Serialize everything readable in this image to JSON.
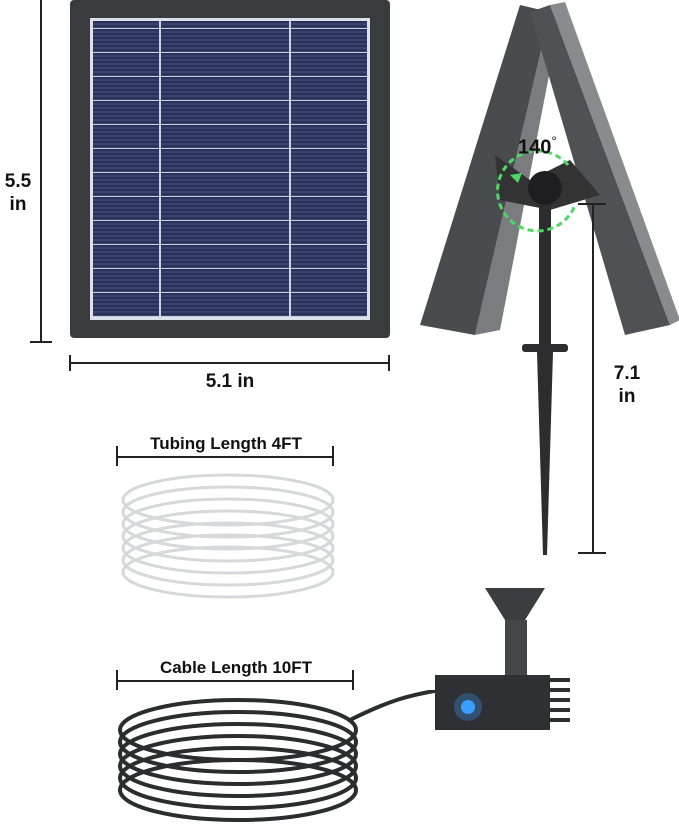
{
  "panel": {
    "height_label": "5.5 in",
    "height_value": "5.5",
    "height_unit": "in",
    "width_label": "5.1 in"
  },
  "stand": {
    "angle_label": "140",
    "angle_unit": "°",
    "height_value": "7.1",
    "height_unit": "in"
  },
  "tubing": {
    "label": "Tubing Length 4FT"
  },
  "cable": {
    "label": "Cable Length 10FT"
  },
  "colors": {
    "panel_frame": "#3a3b3d",
    "cell": "#2d3560",
    "angle_arrow": "#4cd964",
    "led": "#3aa0ff"
  }
}
